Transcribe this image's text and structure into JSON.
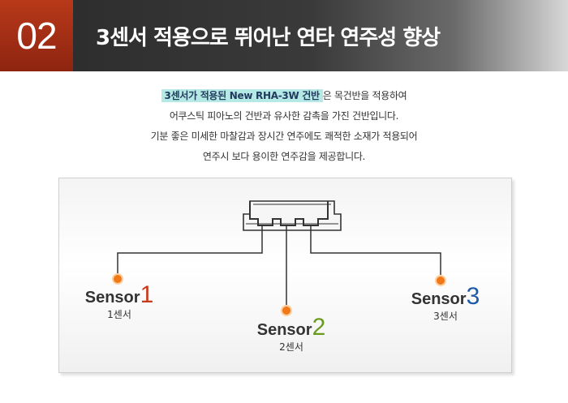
{
  "header": {
    "number": "02",
    "title": "3센서 적용으로 뛰어난 연타 연주성 향상"
  },
  "description": {
    "highlight": "3센서가 적용된 New RHA-3W 건반",
    "line1_rest": "은 목건반을 적용하여",
    "line2": "어쿠스틱 피아노의 건반과 유사한 감촉을 가진 건반입니다.",
    "line3": "기분 좋은 미세한 마찰감과 장시간 연주에도 쾌적한 소재가 적용되어",
    "line4": "연주시 보다 용이한 연주감을 제공합니다."
  },
  "sensors": [
    {
      "word": "Sensor",
      "digit": "1",
      "label": "1센서",
      "color": "#c8391a"
    },
    {
      "word": "Sensor",
      "digit": "2",
      "label": "2센서",
      "color": "#6a9a1e"
    },
    {
      "word": "Sensor",
      "digit": "3",
      "label": "3센서",
      "color": "#1f5aa8"
    }
  ],
  "colors": {
    "header_accent": "#a52f14",
    "highlight_bg": "#b5e9e5",
    "sensor_dot": "#f07818"
  }
}
